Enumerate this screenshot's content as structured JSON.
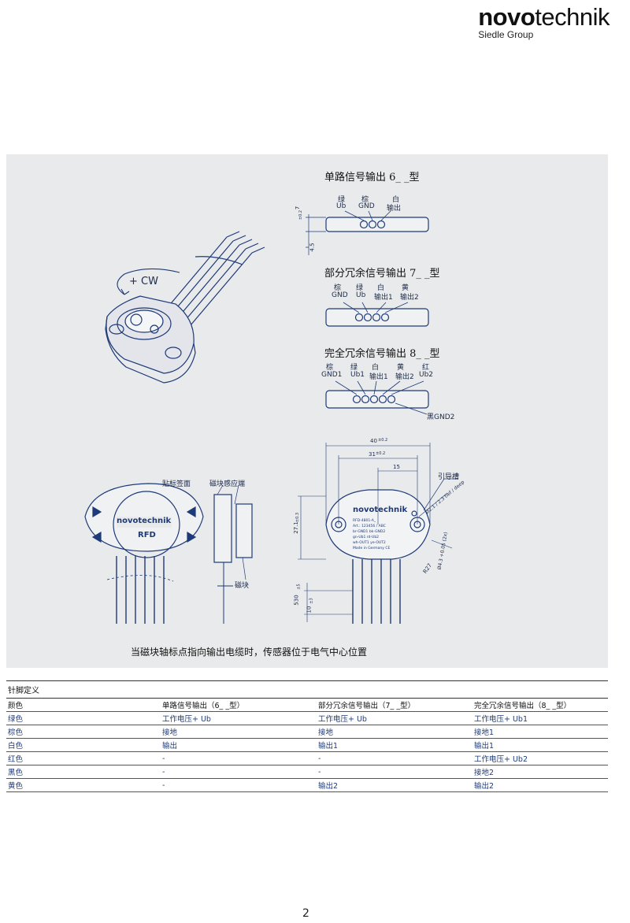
{
  "brand": {
    "bold": "novo",
    "light": "technik",
    "sub": "Siedle Group"
  },
  "figure": {
    "rotation_label": "+ CW",
    "variant6": {
      "title": "单路信号输出 6_ _型",
      "colors": [
        "绿",
        "棕",
        "白"
      ],
      "signals": [
        "Ub",
        "GND",
        "输出"
      ]
    },
    "variant7": {
      "title": "部分冗余信号输出 7_ _型",
      "colors": [
        "棕",
        "绿",
        "白",
        "黄"
      ],
      "signals": [
        "GND",
        "Ub",
        "输出1",
        "输出2"
      ]
    },
    "variant8": {
      "title": "完全冗余信号输出 8_ _型",
      "colors": [
        "棕",
        "绿",
        "白",
        "黄",
        "红"
      ],
      "signals": [
        "GND1",
        "Ub1",
        "输出1",
        "输出2",
        "Ub2"
      ],
      "extra": "黑GND2"
    },
    "dims": {
      "d7": "7",
      "d7tol": "±0.2",
      "d45": "4.5",
      "d40": "40",
      "d40tol": "±0.2",
      "d31": "31",
      "d31tol": "±0.2",
      "d15": "15",
      "d271": "27.1",
      "d271tol": "±0.3",
      "d530": "530",
      "d530tol": "±5",
      "d10": "10",
      "d10tol": "±3",
      "r27": "R27",
      "slot": "Ø2.1 / 2.3 tief / deep",
      "hole": "Ø4.3 +0.05 (2x)"
    },
    "labels": {
      "label_sticker": "贴标签面",
      "sensing_face": "磁块感应端",
      "magnet": "磁块",
      "lead_groove": "引导槽",
      "rfd": "RFD",
      "logo": "novotechnik"
    },
    "nameplate": [
      "RFD-4801-A_",
      "Art.: 123456 / ABC",
      "br-GND1   bk-GND2",
      "gn-Ub1   rd-Ub2",
      "wh-OUT1   ye-OUT2",
      "Made in Germany   CE"
    ],
    "caption": "当磁块轴标点指向输出电缆时，传感器位于电气中心位置"
  },
  "pin_table": {
    "title": "针脚定义",
    "headers": [
      "颜色",
      "单路信号输出（6_ _型）",
      "部分冗余信号输出（7_ _型）",
      "完全冗余信号输出（8_ _型）"
    ],
    "rows": [
      [
        "绿色",
        "工作电压+ Ub",
        "工作电压+ Ub",
        "工作电压+ Ub1"
      ],
      [
        "棕色",
        "接地",
        "接地",
        "接地1"
      ],
      [
        "白色",
        "输出",
        "输出1",
        "输出1"
      ],
      [
        "红色",
        "-",
        "-",
        "工作电压+ Ub2"
      ],
      [
        "黑色",
        "-",
        "-",
        "接地2"
      ],
      [
        "黄色",
        "-",
        "输出2",
        "输出2"
      ]
    ]
  },
  "page_number": "2"
}
